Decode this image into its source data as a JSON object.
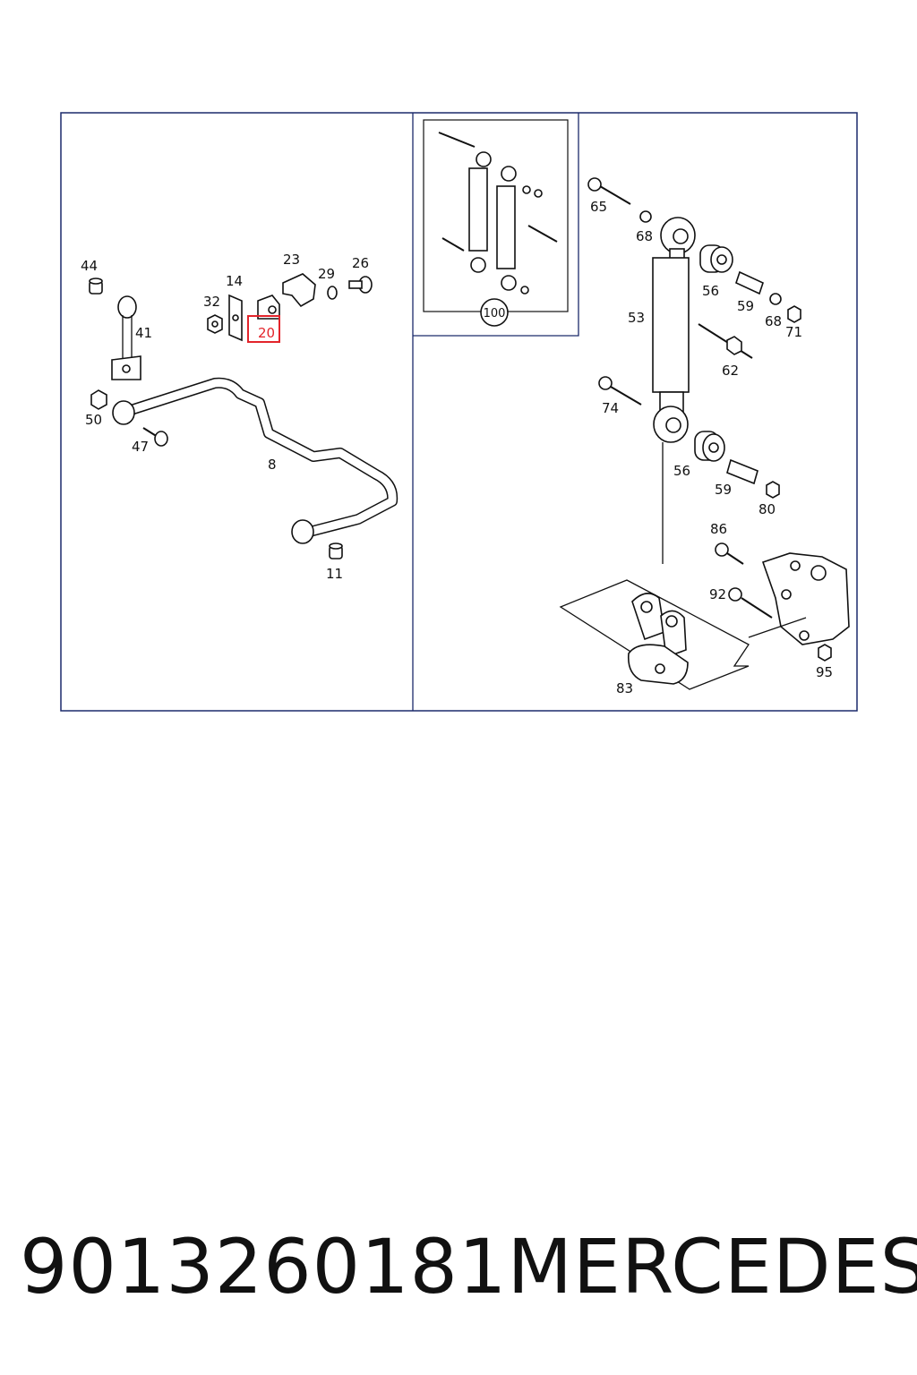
{
  "parts": {
    "p44": "44",
    "p41": "41",
    "p14": "14",
    "p32": "32",
    "p20": "20",
    "p23": "23",
    "p29": "29",
    "p26": "26",
    "p50": "50",
    "p47": "47",
    "p8": "8",
    "p11": "11",
    "p100": "100",
    "p65": "65",
    "p68a": "68",
    "p53": "53",
    "p56a": "56",
    "p59a": "59",
    "p68b": "68",
    "p71": "71",
    "p62": "62",
    "p74": "74",
    "p56b": "56",
    "p59b": "59",
    "p80": "80",
    "p86": "86",
    "p92": "92",
    "p83": "83",
    "p95": "95"
  },
  "highlight": {
    "part": "20",
    "color": "#e3242b"
  },
  "footer": {
    "part_number": "9013260181",
    "brand": "MERCEDES"
  }
}
